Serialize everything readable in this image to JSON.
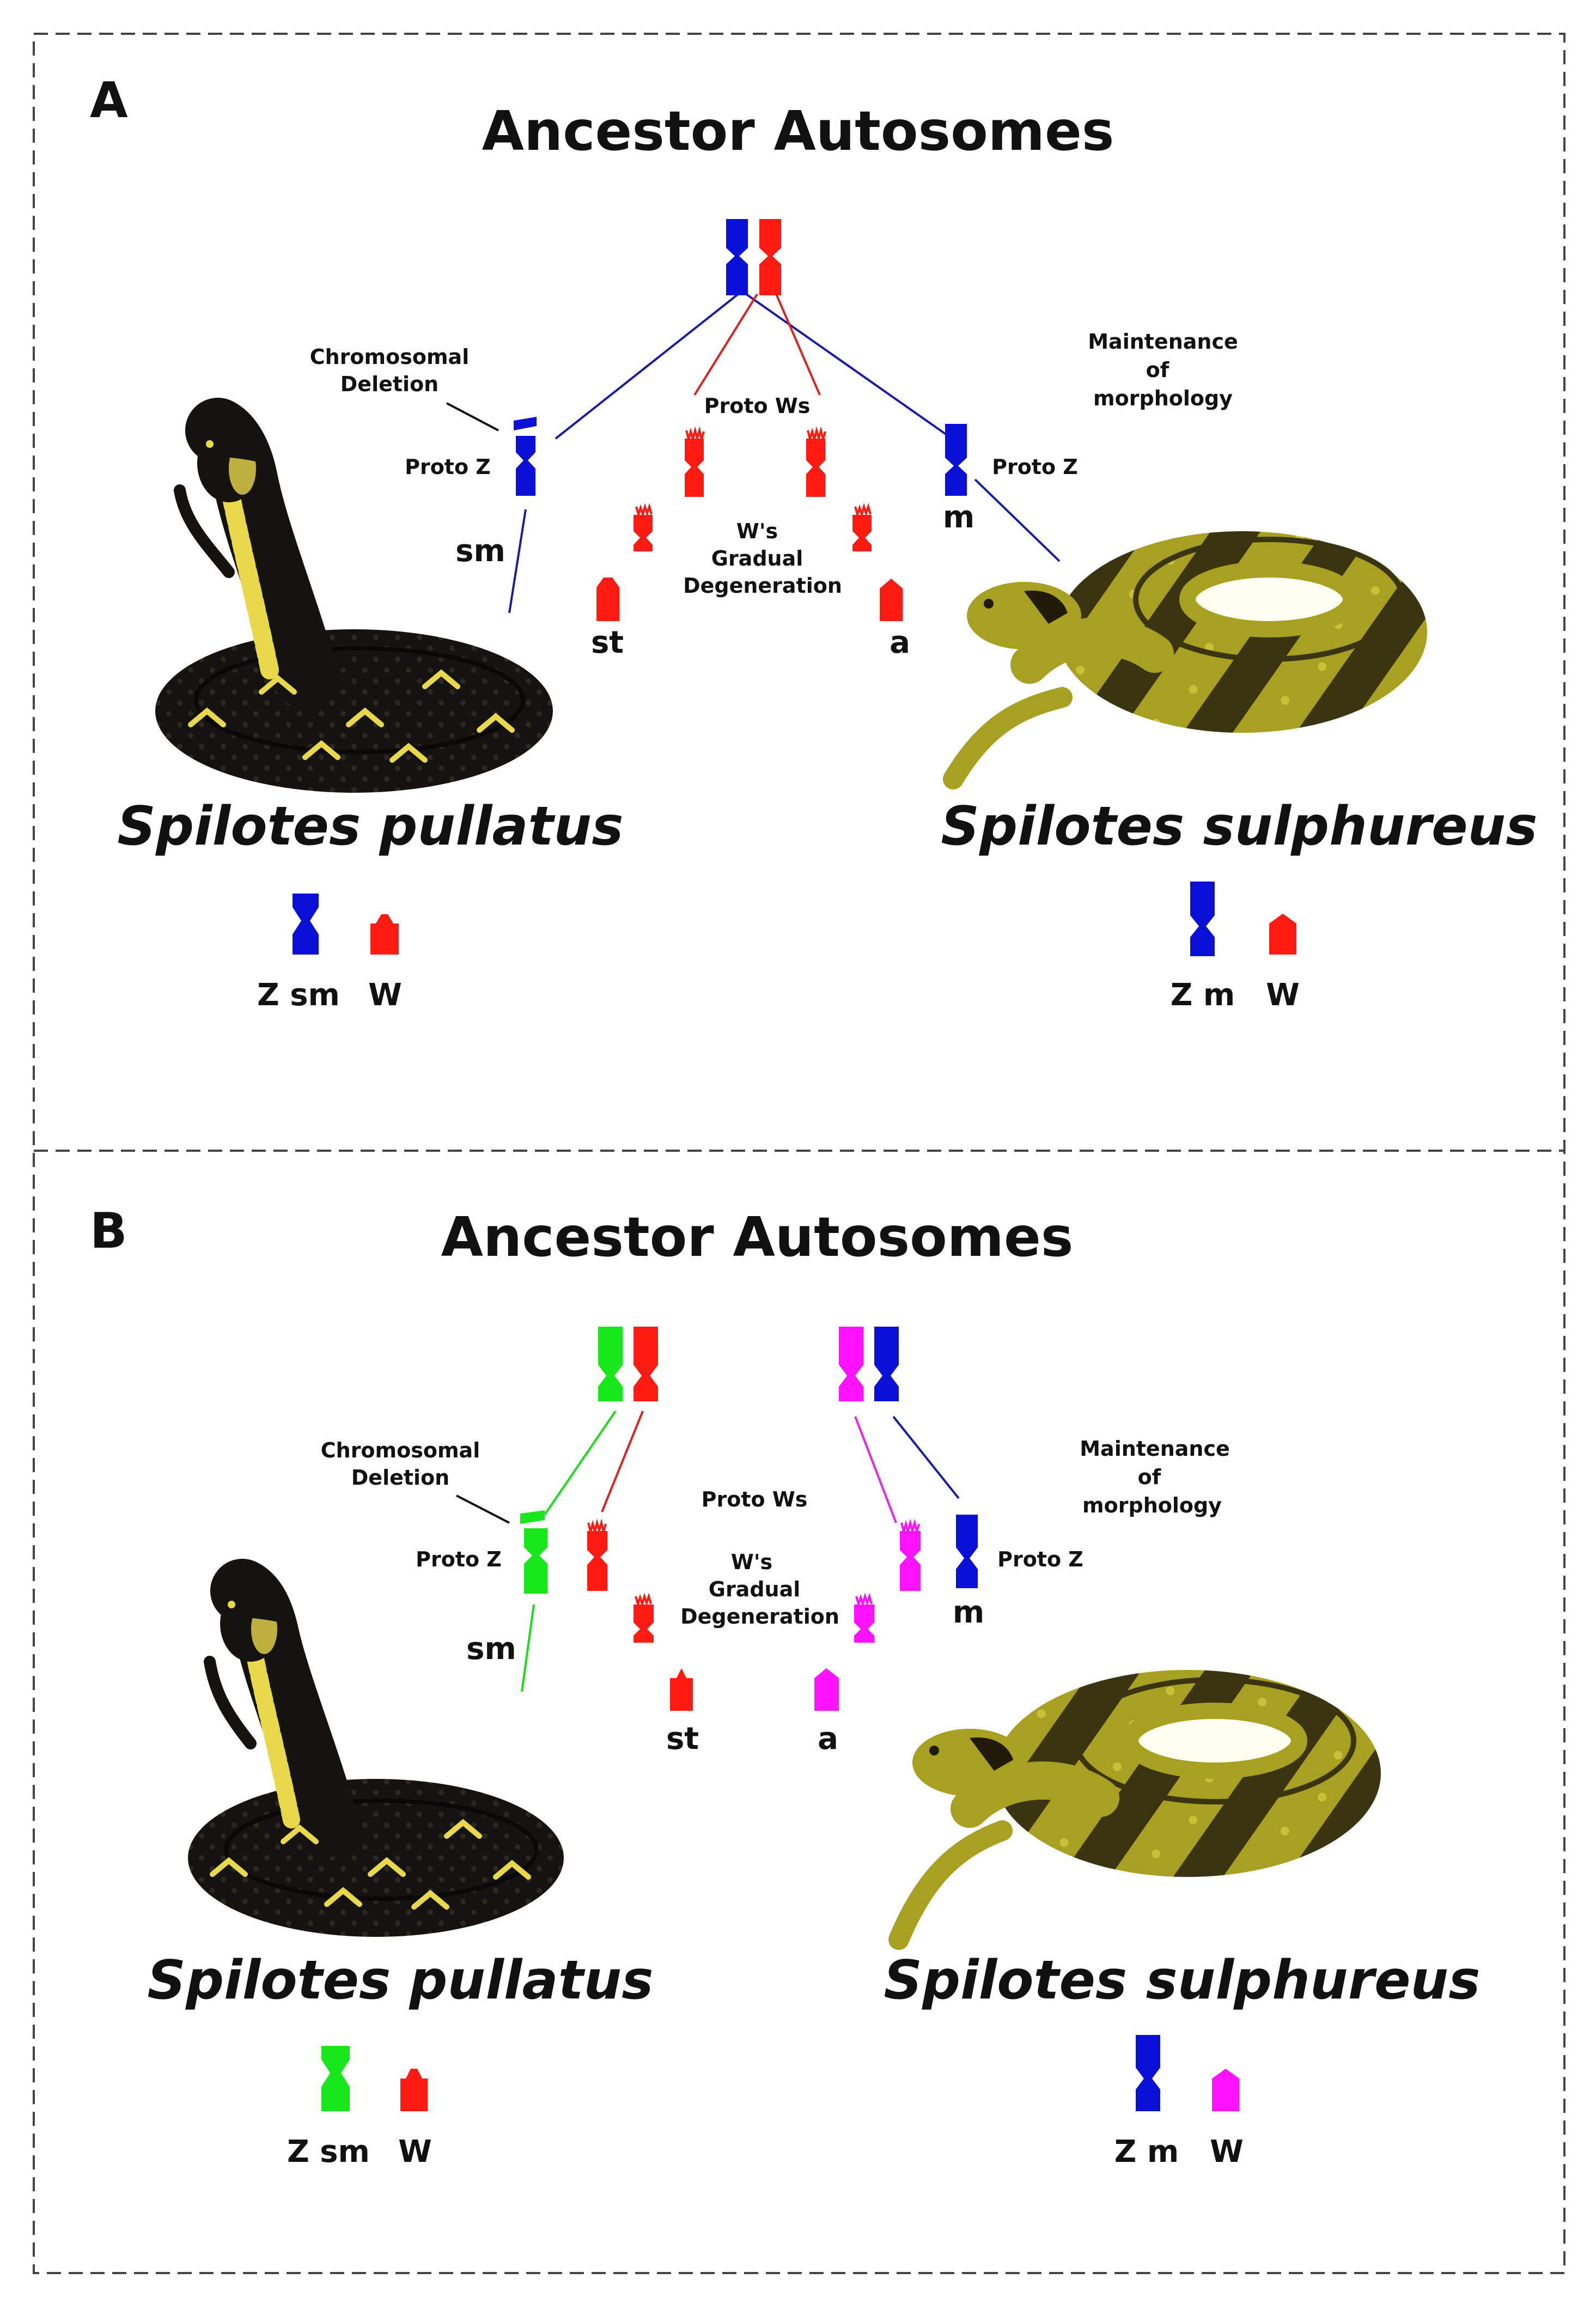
{
  "colors": {
    "blue": "#0a10d6",
    "red": "#ff1a12",
    "green": "#18e81a",
    "magenta": "#ff12ff",
    "line_blue": "#1a1aa8",
    "line_red": "#e02020",
    "line_green": "#18e018",
    "line_magenta": "#ee22ee",
    "snake_dark": "#15130f",
    "snake_yellow": "#e8d84a",
    "snake_olive": "#a8a020",
    "snake_band": "#3a3410"
  },
  "panel_a": {
    "letter": "A",
    "title": "Ancestor Autosomes",
    "chromosomal_deletion_1": "Chromosomal",
    "chromosomal_deletion_2": "Deletion",
    "proto_z_left": "Proto Z",
    "proto_z_right": "Proto Z",
    "proto_ws": "Proto Ws",
    "w_degeneration_1": "W's",
    "w_degeneration_2": "Gradual",
    "w_degeneration_3": "Degeneration",
    "maintenance_1": "Maintenance",
    "maintenance_2": "of",
    "maintenance_3": "morphology",
    "label_sm": "sm",
    "label_m": "m",
    "label_st": "st",
    "label_a": "a",
    "species_left": "Spilotes pullatus",
    "species_right": "Spilotes sulphureus",
    "left_z_label": "Z sm",
    "left_w_label": "W",
    "right_z_label": "Z m",
    "right_w_label": "W",
    "snake_left_icon": "black-yellow-cobra-snake-illustration",
    "snake_right_icon": "yellow-banded-coiled-snake-illustration"
  },
  "panel_b": {
    "letter": "B",
    "title": "Ancestor Autosomes",
    "chromosomal_deletion_1": "Chromosomal",
    "chromosomal_deletion_2": "Deletion",
    "proto_z_left": "Proto Z",
    "proto_z_right": "Proto Z",
    "proto_ws": "Proto Ws",
    "w_degeneration_1": "W's",
    "w_degeneration_2": "Gradual",
    "w_degeneration_3": "Degeneration",
    "maintenance_1": "Maintenance",
    "maintenance_2": "of",
    "maintenance_3": "morphology",
    "label_sm": "sm",
    "label_m": "m",
    "label_st": "st",
    "label_a": "a",
    "species_left": "Spilotes pullatus",
    "species_right": "Spilotes sulphureus",
    "left_z_label": "Z sm",
    "left_w_label": "W",
    "right_z_label": "Z m",
    "right_w_label": "W",
    "snake_left_icon": "black-yellow-cobra-snake-illustration",
    "snake_right_icon": "yellow-banded-coiled-snake-illustration"
  }
}
